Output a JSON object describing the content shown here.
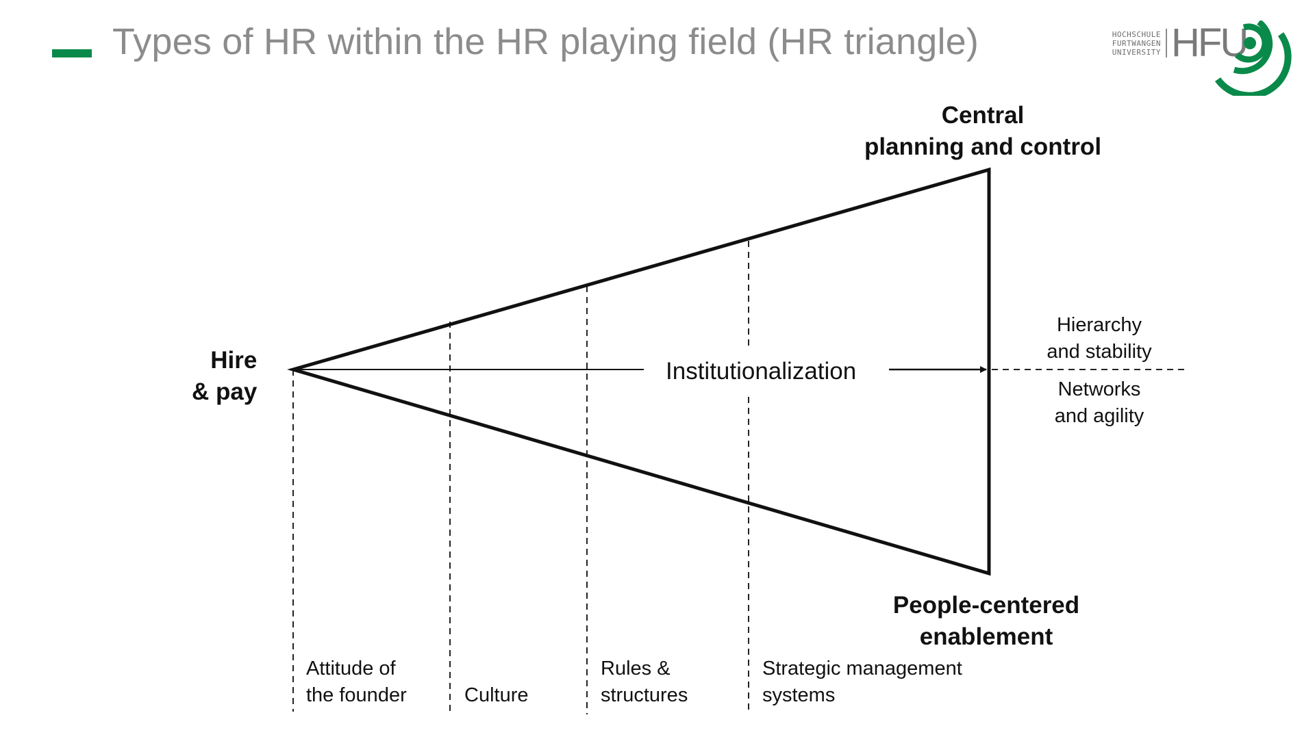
{
  "title": "Types of HR within the HR playing field (HR triangle)",
  "logo": {
    "line1": "HOCHSCHULE",
    "line2": "FURTWANGEN",
    "line3": "UNIVERSITY",
    "wordmark": "HFU",
    "brand_color": "#0a8a4a"
  },
  "diagram": {
    "corners": {
      "left_line1": "Hire",
      "left_line2": "& pay",
      "top_line1": "Central",
      "top_line2": "planning and control",
      "bottom_line1": "People-centered",
      "bottom_line2": "enablement"
    },
    "arrow_label": "Institutionalization",
    "right_upper_line1": "Hierarchy",
    "right_upper_line2": "and stability",
    "right_lower_line1": "Networks",
    "right_lower_line2": "and agility",
    "stages": [
      {
        "line1": "Attitude of",
        "line2": "the founder"
      },
      {
        "line1": "",
        "line2": "Culture"
      },
      {
        "line1": "Rules &",
        "line2": "structures"
      },
      {
        "line1": "Strategic management",
        "line2": "systems"
      }
    ]
  }
}
